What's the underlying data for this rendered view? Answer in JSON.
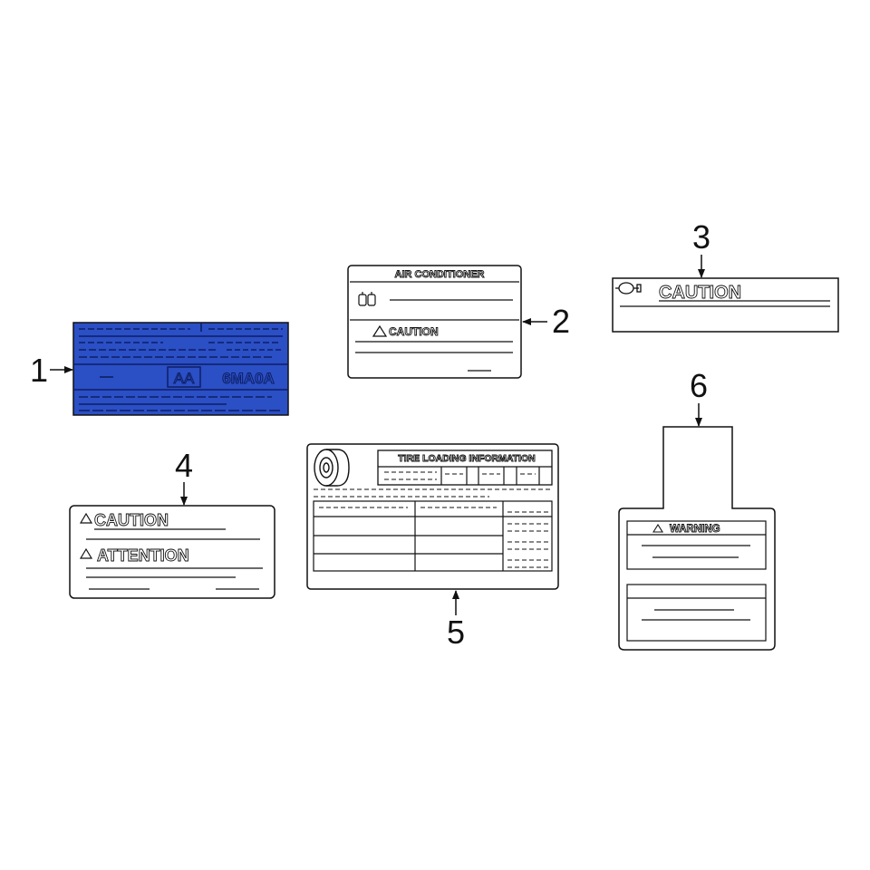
{
  "callouts": [
    "1",
    "2",
    "3",
    "4",
    "5",
    "6"
  ],
  "label1": {
    "code_aa": "AA",
    "code_model": "6MA0A",
    "fill_color": "#2b4fc4"
  },
  "label2": {
    "title": "AIR CONDITIONER",
    "caution": "CAUTION"
  },
  "label3": {
    "caution": "CAUTION"
  },
  "label4": {
    "caution": "CAUTION",
    "attention": "ATTENTION"
  },
  "label5": {
    "title": "TIRE LOADING INFORMATION"
  },
  "label6": {
    "warning": "WARNING"
  },
  "icons": [
    "tire-icon",
    "refrigerant-icon",
    "warning-triangle-icon",
    "bulb-icon"
  ]
}
